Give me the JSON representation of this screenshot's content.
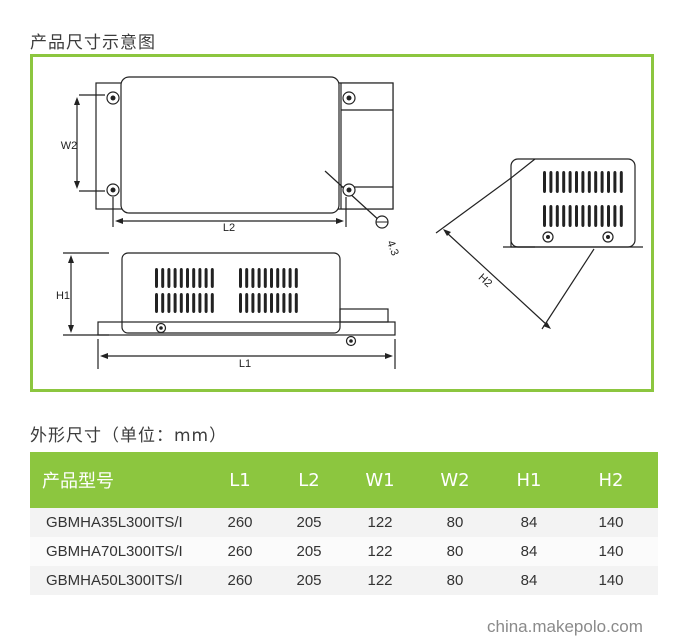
{
  "headings": {
    "diagram": "产品尺寸示意图",
    "dimensions": "外形尺寸（单位：mm）"
  },
  "diagram": {
    "labels": {
      "w2": "W2",
      "l2": "L2",
      "hole": "4.3",
      "h1": "H1",
      "l1": "L1",
      "h2": "H2"
    }
  },
  "table": {
    "headers": [
      "产品型号",
      "L1",
      "L2",
      "W1",
      "W2",
      "H1",
      "H2"
    ],
    "rows": [
      [
        "GBMHA35L300ITS/I",
        "260",
        "205",
        "122",
        "80",
        "84",
        "140"
      ],
      [
        "GBMHA70L300ITS/I",
        "260",
        "205",
        "122",
        "80",
        "84",
        "140"
      ],
      [
        "GBMHA50L300ITS/I",
        "260",
        "205",
        "122",
        "80",
        "84",
        "140"
      ]
    ]
  },
  "watermark": "china.makepolo.com",
  "colors": {
    "accent_green": "#8cc63f",
    "row_bg": "#f3f3f3"
  }
}
